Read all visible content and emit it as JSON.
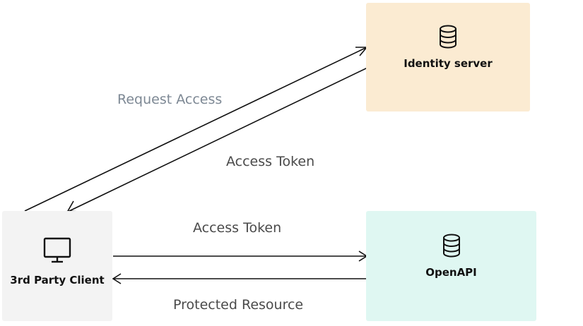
{
  "nodes": {
    "identity": {
      "label": "Identity server",
      "icon": "database-icon",
      "fill": "#fbebd2"
    },
    "openapi": {
      "label": "OpenAPI",
      "icon": "database-icon",
      "fill": "#dff7f2"
    },
    "client": {
      "label": "3rd Party Client",
      "icon": "monitor-icon",
      "fill": "#f3f3f3"
    }
  },
  "edges": {
    "request_access": {
      "label": "Request Access",
      "color": "#7d8894"
    },
    "access_token_1": {
      "label": "Access Token",
      "color": "#4a4a4a"
    },
    "access_token_2": {
      "label": "Access Token",
      "color": "#4a4a4a"
    },
    "protected_resource": {
      "label": "Protected Resource",
      "color": "#4a4a4a"
    }
  }
}
